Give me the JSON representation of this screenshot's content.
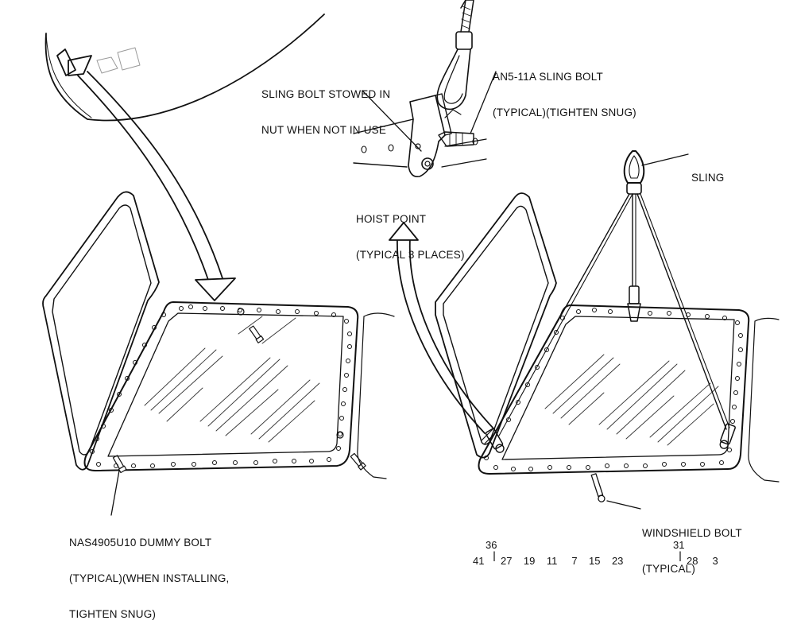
{
  "callouts": {
    "sling_bolt_stowed": {
      "line1": "SLING BOLT STOWED IN",
      "line2": "NUT WHEN NOT IN USE"
    },
    "an5_sling_bolt": {
      "line1": "AN5-11A SLING BOLT",
      "line2": "(TYPICAL)(TIGHTEN SNUG)"
    },
    "sling": {
      "line1": "SLING"
    },
    "hoist_point": {
      "line1": "HOIST POINT",
      "line2": "(TYPICAL 3 PLACES)"
    },
    "dummy_bolt": {
      "line1": "NAS4905U10 DUMMY BOLT",
      "line2": "(TYPICAL)(WHEN INSTALLING,",
      "line3": "TIGHTEN SNUG)"
    },
    "windshield_bolt": {
      "line1": "WINDSHIELD BOLT",
      "line2": "(TYPICAL)"
    }
  },
  "figure_codes": {
    "left_top": "36",
    "left_bottom": "41",
    "left_row": "27    19    11     7    15    23",
    "right_top": "31",
    "right_row": "28     3"
  }
}
